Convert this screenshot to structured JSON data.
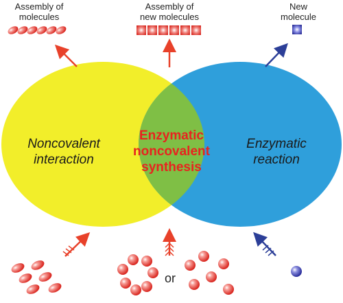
{
  "top_labels": {
    "left": [
      "Assembly of",
      "molecules"
    ],
    "center": [
      "Assembly of",
      "new molecules"
    ],
    "right": [
      "New",
      "molecule"
    ]
  },
  "ellipses": {
    "left": [
      "Noncovalent",
      "interaction"
    ],
    "center": [
      "Enzymatic",
      "noncovalent",
      "synthesis"
    ],
    "right": [
      "Enzymatic",
      "reaction"
    ]
  },
  "bottom": {
    "or_word": "or"
  },
  "colors": {
    "left_ellipse": "#f2ee2a",
    "right_ellipse": "#2f9fdb",
    "overlap": "#7fbf45",
    "center_text": "#e8231f",
    "red_arrow": "#e8412a",
    "blue_arrow": "#2c3f98",
    "red_molecule": "#e23a33",
    "blue_molecule": "#3a3fb0"
  }
}
